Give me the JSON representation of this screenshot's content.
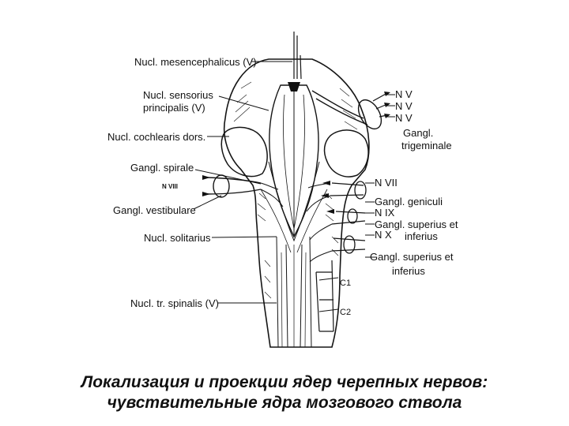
{
  "diagram": {
    "labels_left": {
      "mesencephalicus": "Nucl. mesencephalicus (V)",
      "sensorius_1": "Nucl. sensorius",
      "sensorius_2": "principalis (V)",
      "cochlearis": "Nucl. cochlearis dors.",
      "spirale": "Gangl. spirale",
      "n_viii": "N VIII",
      "vestibulare": "Gangl. vestibulare",
      "solitarius": "Nucl. solitarius",
      "spinalis": "Nucl. tr. spinalis (V)"
    },
    "labels_right": {
      "nv1": "N V",
      "nv2": "N V",
      "nv3": "N V",
      "trig_1": "Gangl.",
      "trig_2": "trigeminale",
      "nvii": "N VII",
      "geniculi": "Gangl. geniculi",
      "nix": "N IX",
      "sup_inf_1a": "Gangl. superius et",
      "sup_inf_1b": "inferius",
      "nx": "N X",
      "sup_inf_2a": "Gangl. superius et",
      "sup_inf_2b": "inferius",
      "c1": "C1",
      "c2": "C2"
    }
  },
  "caption": {
    "line1": "Локализация и проекции ядер черепных нервов:",
    "line2": "чувствительные ядра мозгового ствола"
  }
}
